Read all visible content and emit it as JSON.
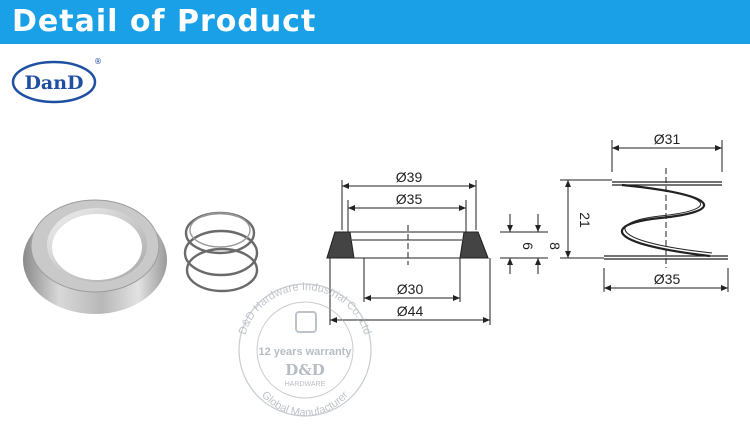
{
  "header": {
    "title": "Detail of Product"
  },
  "logo": {
    "text": "DanD",
    "registered": "®"
  },
  "ring_drawing": {
    "dim_top_outer": "Ø39",
    "dim_top_inner": "Ø35",
    "dim_bottom_inner": "Ø30",
    "dim_bottom_outer": "Ø44",
    "dim_height_inner": "6",
    "dim_height_outer": "8"
  },
  "spring_drawing": {
    "dim_top": "Ø31",
    "dim_bottom": "Ø35",
    "dim_height": "21"
  },
  "watermark": {
    "company": "D&D Hardware Industrial Co.,Ltd",
    "warranty": "12 years warranty",
    "brand": "D&D",
    "sub": "HARDWARE",
    "tagline": "Global Manufacturer"
  },
  "colors": {
    "header": "#1aa0e6",
    "logo_blue": "#1f4fa0"
  }
}
